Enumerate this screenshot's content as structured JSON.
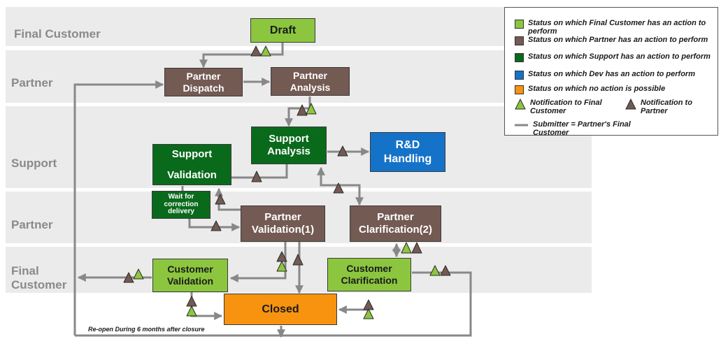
{
  "lanes": [
    {
      "label": "Final Customer"
    },
    {
      "label": "Partner"
    },
    {
      "label": "Support"
    },
    {
      "label": "Partner"
    },
    {
      "label": "Final\nCustomer"
    }
  ],
  "nodes": {
    "draft": "Draft",
    "partner_dispatch": "Partner\nDispatch",
    "partner_analysis": "Partner\nAnalysis",
    "support_analysis": "Support\nAnalysis",
    "rd_handling": "R&D\nHandling",
    "support_validation": "Support\n\nValidation",
    "wait_correction": "Wait for\ncorrection\ndelivery",
    "partner_validation": "Partner\nValidation(1)",
    "partner_clarification": "Partner\nClarification(2)",
    "customer_validation": "Customer\nValidation",
    "customer_clarification": "Customer\nClarification",
    "closed": "Closed"
  },
  "reopen_note": "Re-open During 6 months after closure",
  "legend": {
    "final_customer": "Status on which Final Customer has an action to perform",
    "partner": "Status on which Partner has an action to perform",
    "support": "Status on which Support has an action to perform",
    "dev": "Status on which Dev has an action to perform",
    "none": "Status on which no action is possible",
    "notif_customer": "Notification to Final Customer",
    "notif_partner": "Notification to Partner",
    "submitter": "Submitter = Partner's Final Customer"
  },
  "colors": {
    "final_customer": "#8cc63f",
    "partner": "#735a52",
    "support": "#0a6a1c",
    "dev": "#1473c8",
    "none": "#f7930f",
    "arrow": "#888888"
  }
}
